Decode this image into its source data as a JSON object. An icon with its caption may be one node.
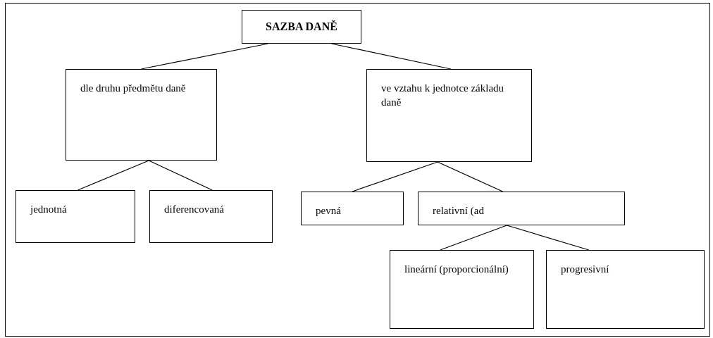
{
  "diagram": {
    "nodes": [
      {
        "text": [
          "SAZBA DANĚ"
        ]
      },
      {
        "text": [
          "dle druhu předmětu daně"
        ]
      },
      {
        "text": [
          "ve vztahu k jednotce základu daně"
        ]
      },
      {
        "text": [
          "jednotná"
        ]
      },
      {
        "text": [
          "diferencovaná"
        ]
      },
      {
        "text": [
          "pevná"
        ]
      },
      {
        "text": [
          "relativní (ad"
        ]
      },
      {
        "text": [
          "lineární (proporcionální)"
        ]
      },
      {
        "text": [
          "progresivní"
        ]
      }
    ],
    "edges": [
      {
        "from": 0,
        "to": 1,
        "arrow": "none"
      },
      {
        "from": 0,
        "to": 2,
        "arrow": "none"
      },
      {
        "from": 1,
        "to": 3,
        "arrow": "none"
      },
      {
        "from": 1,
        "to": 4,
        "arrow": "none"
      },
      {
        "from": 2,
        "to": 5,
        "arrow": "none"
      },
      {
        "from": 2,
        "to": 6,
        "arrow": "none"
      },
      {
        "from": 6,
        "to": 7,
        "arrow": "none"
      },
      {
        "from": 6,
        "to": 8,
        "arrow": "none"
      }
    ]
  }
}
